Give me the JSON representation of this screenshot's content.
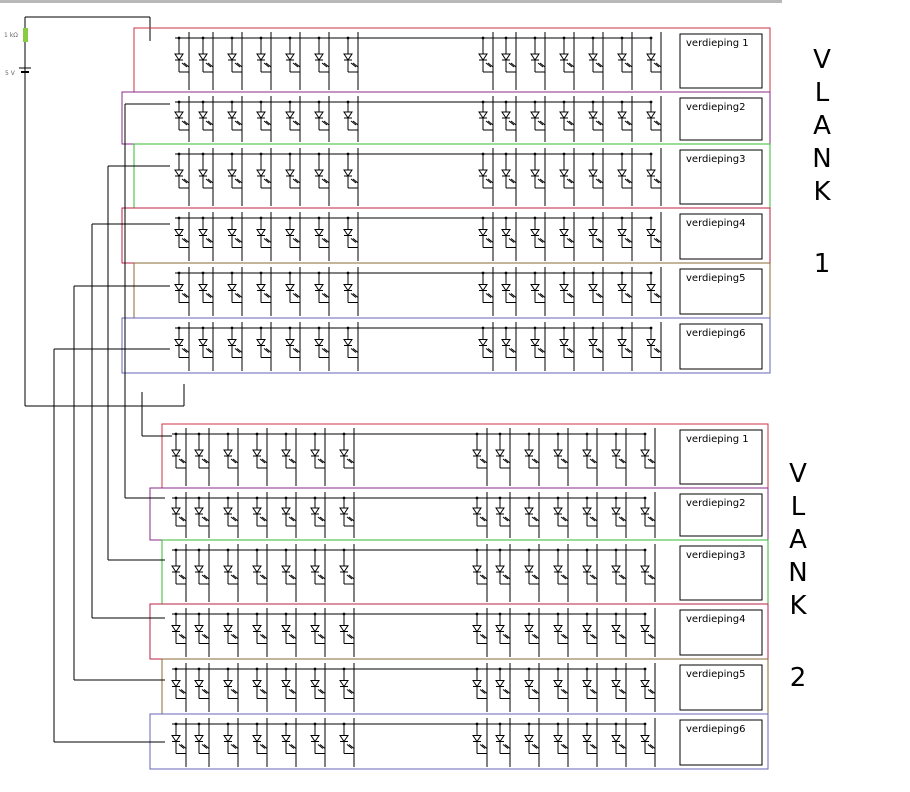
{
  "power": {
    "resistor_label": "1 kΩ",
    "battery_label": "5 V"
  },
  "vlak1": {
    "heading_letters": [
      "V",
      "L",
      "A",
      "N",
      "K"
    ],
    "number": "1",
    "layers": [
      {
        "label": "verdieping 1",
        "border": "#cc3344"
      },
      {
        "label": "verdieping2",
        "border": "#8a2a8a"
      },
      {
        "label": "verdieping3",
        "border": "#33bb33"
      },
      {
        "label": "verdieping4",
        "border": "#bb2244"
      },
      {
        "label": "verdieping5",
        "border": "#8a6a33"
      },
      {
        "label": "verdieping6",
        "border": "#6666bb"
      }
    ]
  },
  "vlak2": {
    "heading_letters": [
      "V",
      "L",
      "A",
      "N",
      "K"
    ],
    "number": "2",
    "layers": [
      {
        "label": "verdieping 1",
        "border": "#cc3344"
      },
      {
        "label": "verdieping2",
        "border": "#8a2a8a"
      },
      {
        "label": "verdieping3",
        "border": "#33bb33"
      },
      {
        "label": "verdieping4",
        "border": "#bb2244"
      },
      {
        "label": "verdieping5",
        "border": "#8a6a33"
      },
      {
        "label": "verdieping6",
        "border": "#6666bb"
      }
    ]
  },
  "colors": {
    "wire": "#000000",
    "resistor": "#88cc44",
    "topbar": "#b8b8b8",
    "blue_line": "#3333cc"
  }
}
